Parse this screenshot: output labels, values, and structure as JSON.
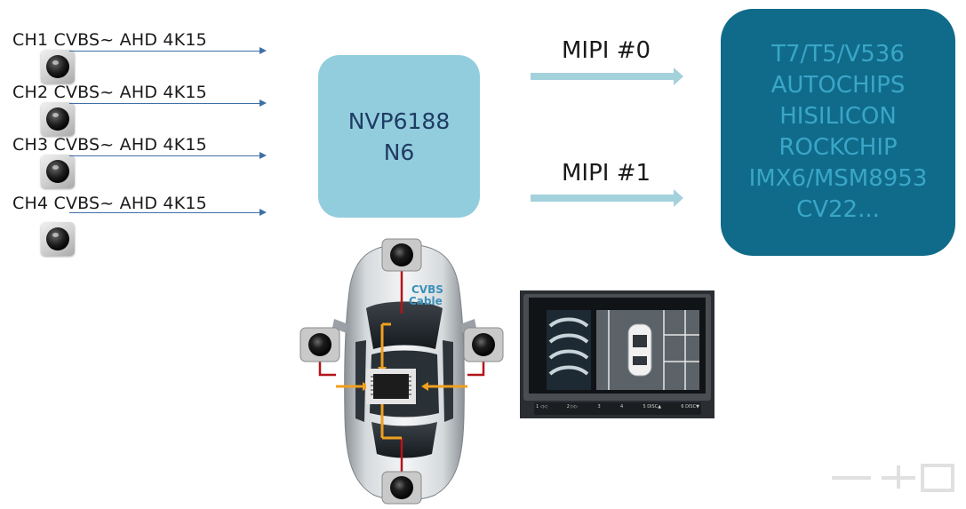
{
  "channels": [
    {
      "label": "CH1  CVBS~ AHD 4K15"
    },
    {
      "label": "CH2  CVBS~ AHD 4K15"
    },
    {
      "label": "CH3  CVBS~ AHD 4K15"
    },
    {
      "label": "CH4  CVBS~ AHD 4K15"
    }
  ],
  "decoder": {
    "line1": "NVP6188",
    "line2": "N6"
  },
  "mipi": {
    "link0": "MIPI #0",
    "link1": "MIPI #1"
  },
  "soc": {
    "lines": [
      "T7/T5/V536",
      "AUTOCHIPS",
      "HISILICON",
      "ROCKCHIP",
      "IMX6/MSM8953",
      "CV22..."
    ]
  },
  "car": {
    "cable_line1": "CVBS",
    "cable_line2": "Cable"
  },
  "display": {
    "buttons": [
      "1 ◁◁",
      "2 ▷▷",
      "3",
      "4",
      "5 DISC▲",
      "6 DISC▼"
    ]
  },
  "colors": {
    "decoder_box": "#92cddd",
    "decoder_text": "#1f3c64",
    "soc_box": "#106b8a",
    "soc_text": "#3aa6c8",
    "mipi_arrow": "#a3d1dc",
    "channel_arrow": "#3e6fa8",
    "cable_red": "#b3151b",
    "signal_orange": "#f0a020"
  }
}
